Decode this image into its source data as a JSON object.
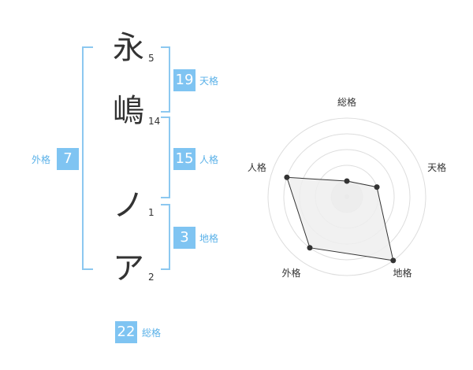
{
  "name": {
    "characters": [
      {
        "char": "永",
        "strokes": "5"
      },
      {
        "char": "嶋",
        "strokes": "14"
      },
      {
        "char": "ノ",
        "strokes": "1"
      },
      {
        "char": "ア",
        "strokes": "2"
      }
    ]
  },
  "kaku": {
    "tenkaku": {
      "value": "19",
      "label": "天格"
    },
    "jinkaku": {
      "value": "15",
      "label": "人格"
    },
    "chikaku": {
      "value": "3",
      "label": "地格"
    },
    "gaikaku": {
      "value": "7",
      "label": "外格"
    },
    "soukaku": {
      "value": "22",
      "label": "総格"
    }
  },
  "colors": {
    "accent": "#8cc8f0",
    "badge_bg": "#7fc4f2",
    "label": "#5ab1e8",
    "text": "#333333",
    "radar_fill": "#eeeeee",
    "radar_line": "#333333"
  },
  "chart_data": {
    "type": "radar",
    "axes": [
      "総格",
      "天格",
      "地格",
      "外格",
      "人格"
    ],
    "values": [
      1,
      2,
      5,
      4,
      4
    ],
    "rmax": 5,
    "rings": 5,
    "grid": true
  }
}
